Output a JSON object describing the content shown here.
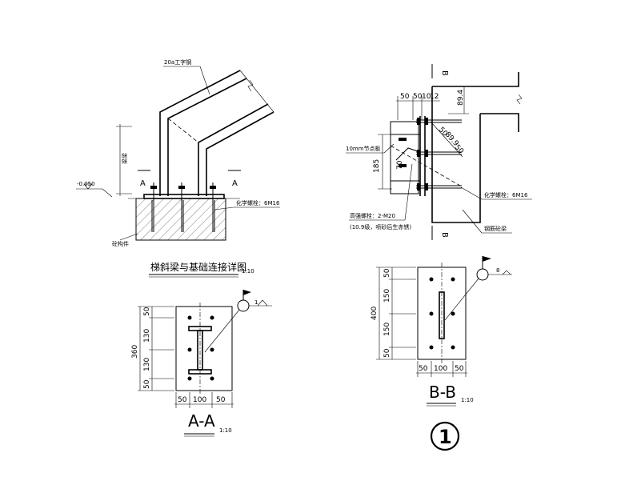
{
  "left_detail": {
    "beam_label": "20a工字钢",
    "side_label": "梁梁",
    "elevation": "-0.050",
    "section_mark": "A",
    "bolt_label": "化学螺栓：6M16",
    "concrete_label": "砼构件",
    "title": "梯斜梁与基础连接详图",
    "title_scale": "1:10"
  },
  "section_aa": {
    "dims_vertical": [
      "50",
      "130",
      "130",
      "50"
    ],
    "total": "360",
    "dims_horizontal": [
      "50",
      "100",
      "50"
    ],
    "flag_number": "1",
    "title": "A-A",
    "scale": "1:10"
  },
  "right_detail": {
    "section_mark": "B",
    "dims_top": [
      "50",
      "50",
      "10",
      "12"
    ],
    "dim_89": "89.4",
    "dim_diag": [
      "50",
      "89.9",
      "50"
    ],
    "plate_label": "10mm节点板",
    "dim_185": "185",
    "dim_70": "70",
    "hs_bolt_label": "高强螺栓：2-M20",
    "hs_bolt_note": "(10.9级，喷砂后生赤锈)",
    "bolt_label": "化学螺栓：6M16",
    "beam_label": "钢筋砼梁"
  },
  "section_bb": {
    "dims_vertical": [
      "50",
      "150",
      "150",
      "50"
    ],
    "total": "400",
    "dims_horizontal": [
      "50",
      "100",
      "50"
    ],
    "flag_number": "8",
    "title": "B-B",
    "scale": "1:10"
  },
  "detail_number": "1"
}
